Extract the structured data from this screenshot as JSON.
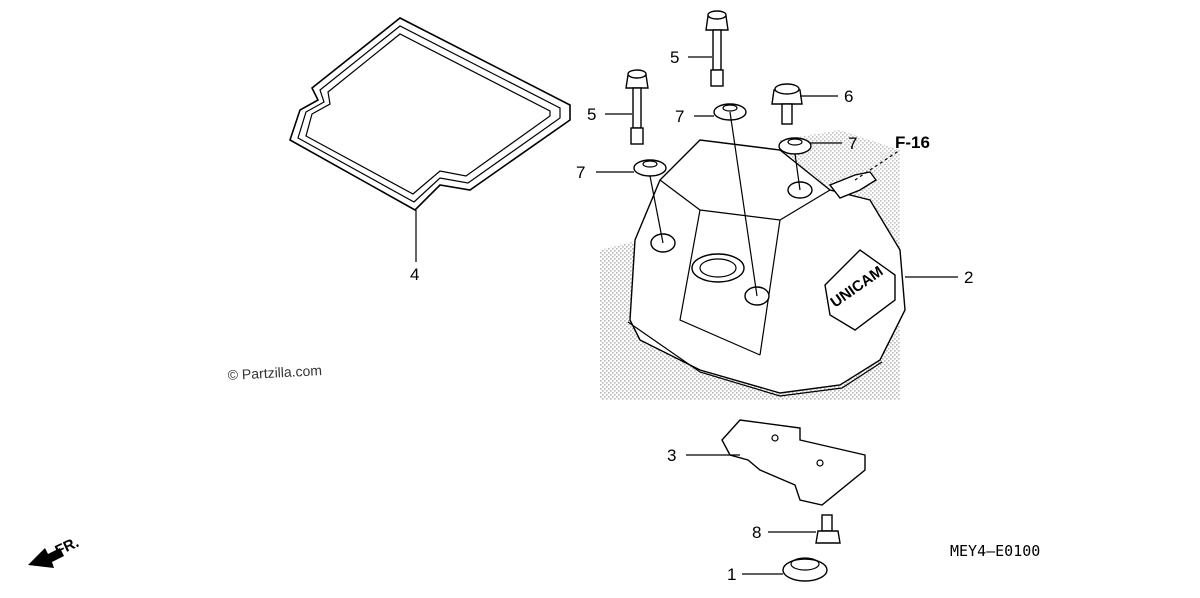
{
  "reference": "F-16",
  "diagram_code": "MEY4–E0100",
  "watermark": "© Partzilla.com",
  "cover_logo": "UNICAM",
  "direction_label": "FR.",
  "callouts": {
    "p1": "1",
    "p2": "2",
    "p3": "3",
    "p4": "4",
    "p5a": "5",
    "p5b": "5",
    "p6": "6",
    "p7a": "7",
    "p7b": "7",
    "p7c": "7",
    "p8": "8"
  }
}
